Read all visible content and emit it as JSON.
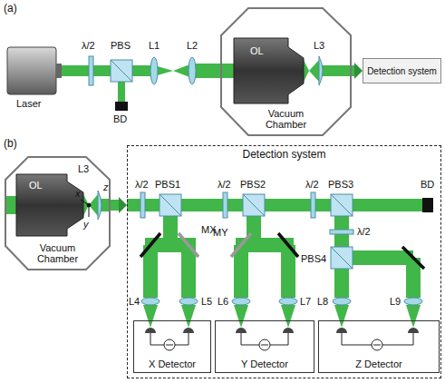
{
  "diagram": {
    "nodes": [
      {
        "text": [
          "Vacuum Chamber"
        ]
      },
      {
        "text": [
          "Detection system"
        ]
      },
      {
        "text": [
          "Vacuum Chamber"
        ]
      },
      {
        "text": [
          "Detection system"
        ]
      },
      {
        "text": [
          "X Detector"
        ],
        "in": 3
      },
      {
        "text": [
          "Y Detector"
        ],
        "in": 3
      },
      {
        "text": [
          "Z Detector"
        ],
        "in": 3
      }
    ],
    "edges": [
      {
        "from": 0,
        "to": 1,
        "arrow": "to"
      },
      {
        "from": 2,
        "to": 3,
        "arrow": "to"
      }
    ],
    "labels": [
      "(a)",
      "Laser",
      "λ/2",
      "PBS",
      "BD",
      "L1",
      "L2",
      "OL",
      "L3",
      "(b)",
      "OL",
      "L3",
      "x",
      "y",
      "z",
      "λ/2",
      "PBS1",
      "λ/2",
      "PBS2",
      "λ/2",
      "PBS3",
      "BD",
      "MX",
      "MY",
      "PBS4",
      "λ/2",
      "L4",
      "L5",
      "L6",
      "L7",
      "L8",
      "L9"
    ]
  }
}
